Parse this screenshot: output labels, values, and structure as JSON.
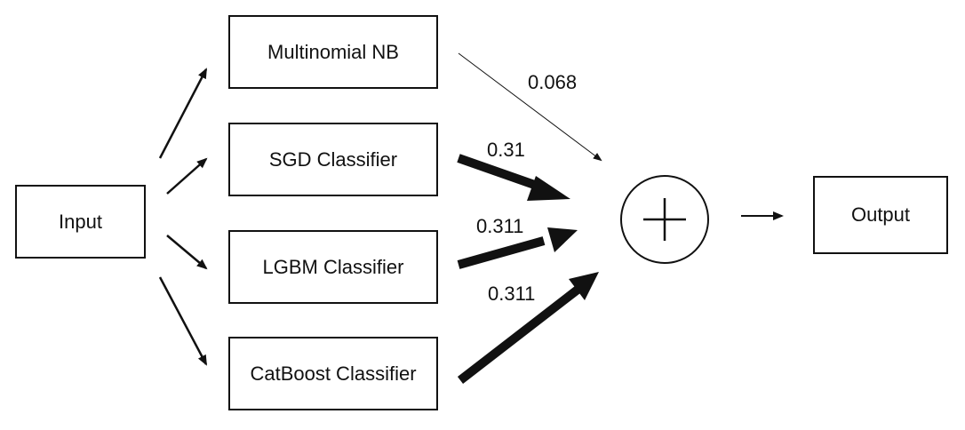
{
  "input": {
    "label": "Input"
  },
  "output": {
    "label": "Output"
  },
  "models": [
    {
      "label": "Multinomial NB",
      "weight": "0.068"
    },
    {
      "label": "SGD Classifier",
      "weight": "0.31"
    },
    {
      "label": "LGBM Classifier",
      "weight": "0.311"
    },
    {
      "label": "CatBoost Classifier",
      "weight": "0.311"
    }
  ],
  "sum_node": {
    "symbol": "plus-icon"
  },
  "colors": {
    "stroke": "#111111",
    "background": "#ffffff"
  }
}
